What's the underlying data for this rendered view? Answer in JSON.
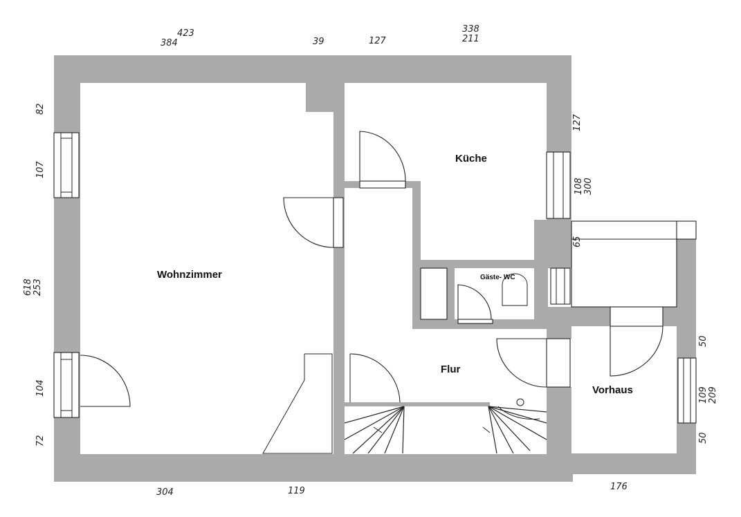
{
  "rooms": {
    "wohnzimmer": "Wohnzimmer",
    "kueche": "Küche",
    "gaeste_wc": "Gäste- WC",
    "flur": "Flur",
    "vorhaus": "Vorhaus"
  },
  "dimensions": {
    "top_1a": "423",
    "top_1b": "384",
    "top_2": "39",
    "top_3": "127",
    "top_4a": "338",
    "top_4b": "211",
    "left_1": "82",
    "left_2": "107",
    "left_3a": "618",
    "left_3b": "253",
    "left_4": "104",
    "left_5": "72",
    "right_1": "127",
    "right_2a": "108",
    "right_2b": "300",
    "right_3": "65",
    "right_4": "50",
    "right_5a": "109",
    "right_5b": "209",
    "right_6": "50",
    "bottom_1": "304",
    "bottom_2": "119",
    "bottom_3": "176"
  },
  "colors": {
    "wall": "#aaaaaa",
    "background": "#ffffff",
    "line": "#222222"
  }
}
